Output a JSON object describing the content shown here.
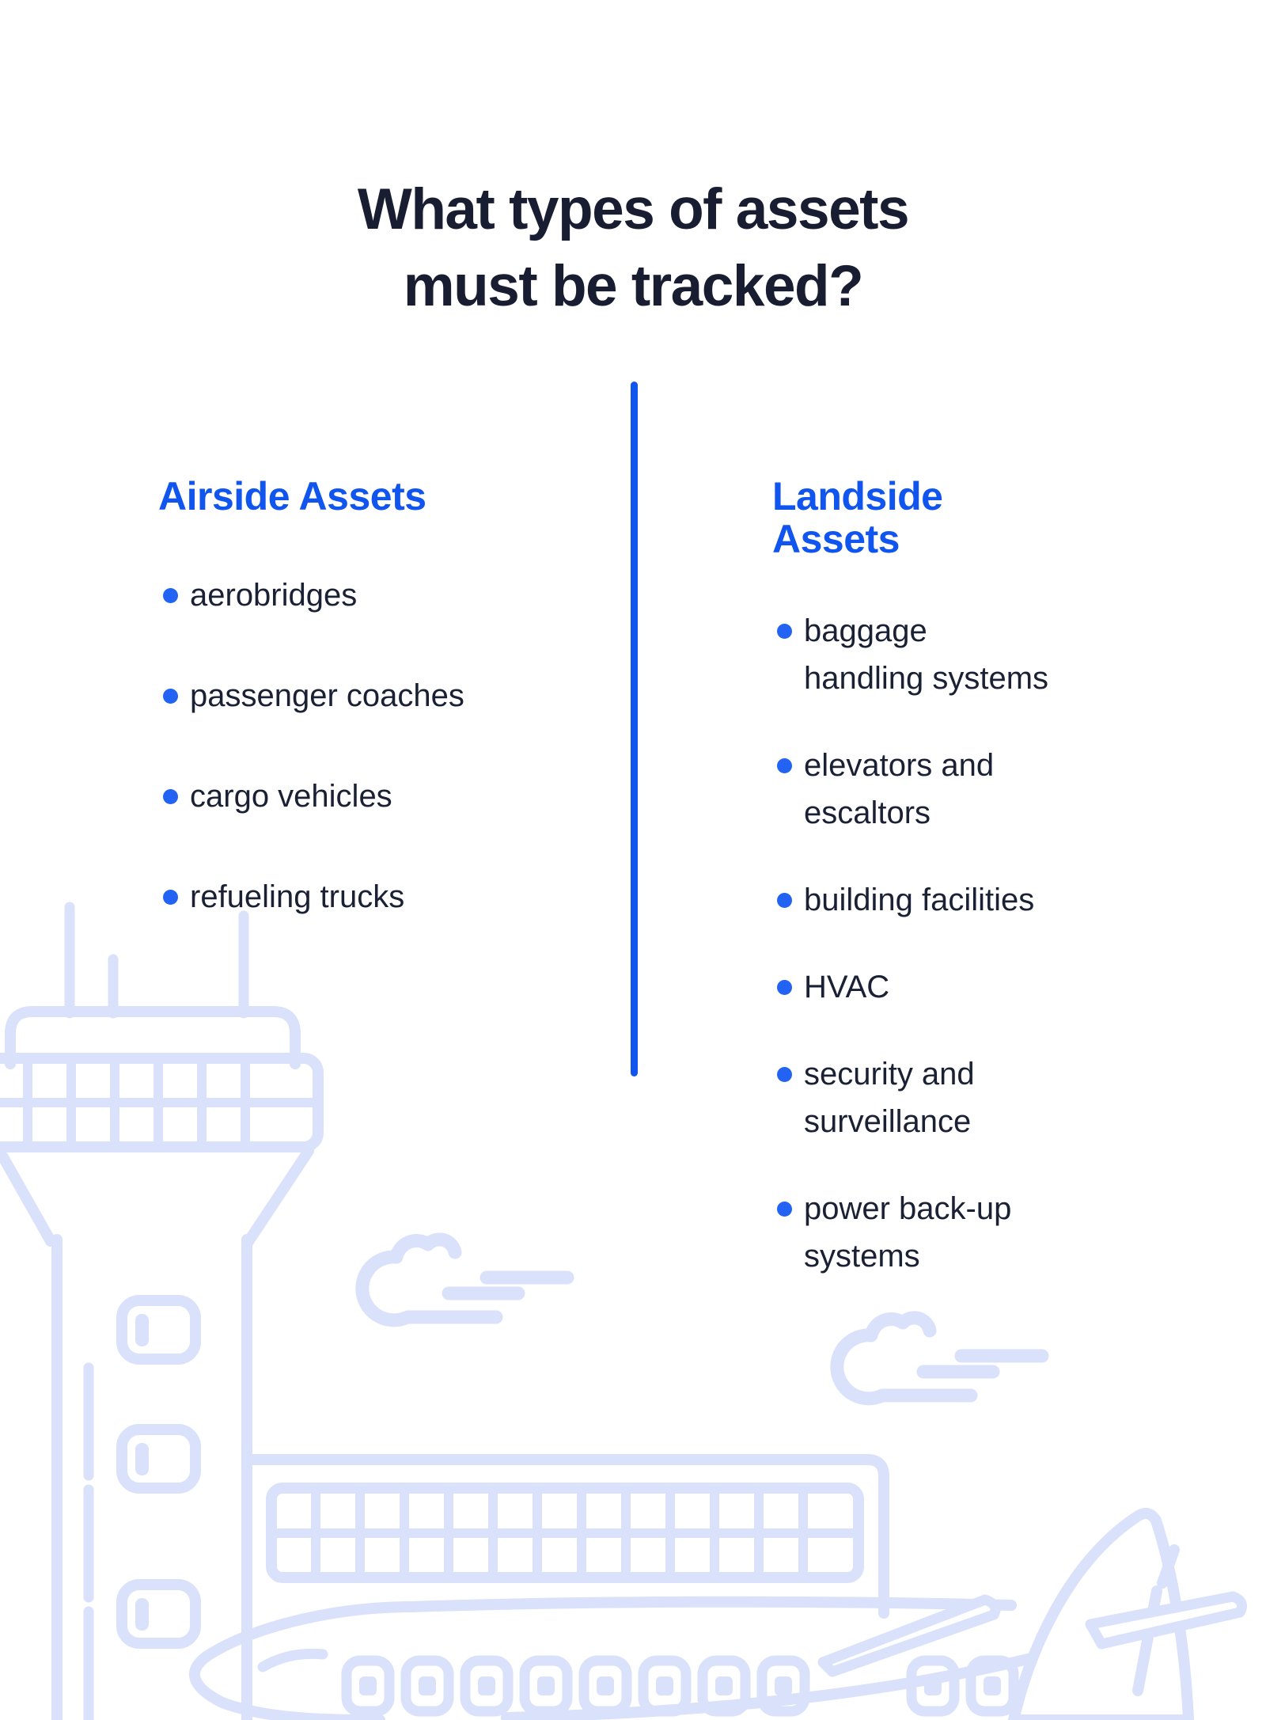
{
  "title": {
    "line1": "What types of assets",
    "line2": "must be tracked?"
  },
  "columns": [
    {
      "heading": "Airside Assets",
      "items": [
        "aerobridges",
        "passenger coaches",
        "cargo vehicles",
        "refueling trucks"
      ]
    },
    {
      "heading": "Landside Assets",
      "items": [
        "baggage handling systems",
        "elevators and escaltors",
        "building facilities",
        "HVAC",
        "security and surveillance",
        "power back-up systems"
      ]
    }
  ],
  "colors": {
    "accent_blue": "#1155ef",
    "bullet_blue": "#2363f3",
    "text_dark": "#1b2134",
    "title_dark": "#191d31",
    "illustration_blue": "#d9e1fb"
  },
  "illustration": {
    "elements": [
      "control-tower",
      "terminal-building",
      "cloud",
      "cloud",
      "airplane"
    ]
  }
}
